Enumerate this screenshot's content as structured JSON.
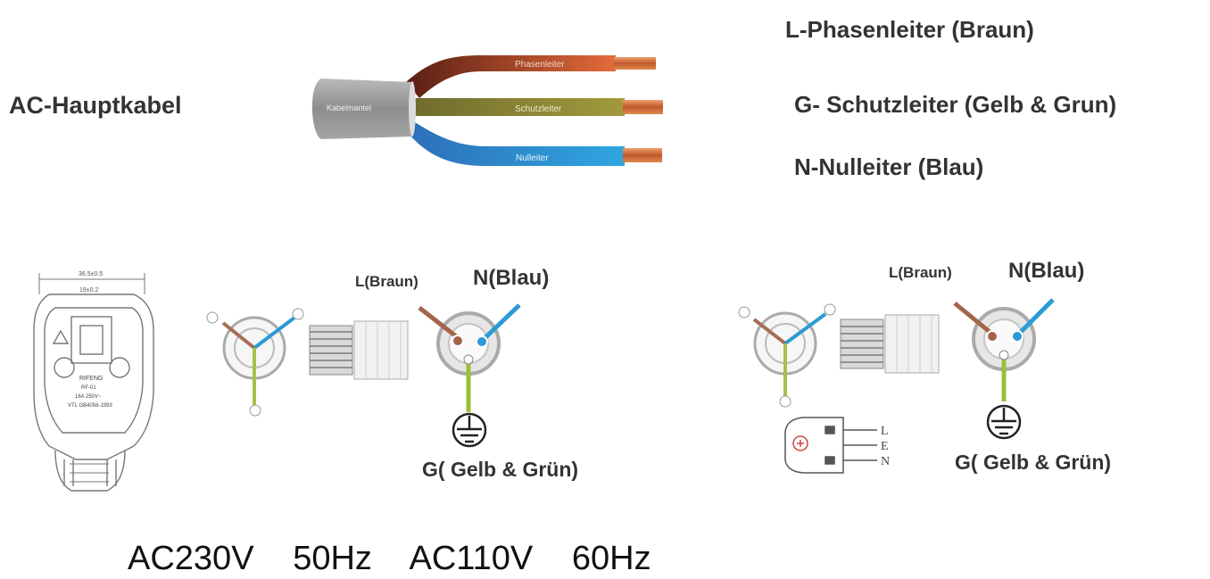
{
  "title": "AC-Hauptkabel",
  "cable": {
    "jacket_label": "Kabelmantel",
    "wires": [
      {
        "label": "Phasenleiter",
        "color": "#7a2a1c"
      },
      {
        "label": "Schutzleiter",
        "color": "#8a8538"
      },
      {
        "label": "Nulleiter",
        "color": "#2f86c8"
      }
    ]
  },
  "legend": {
    "l": "L-Phasenleiter (Braun)",
    "g": "G- Schutzleiter (Gelb & Grun)",
    "n": "N-Nulleiter (Blau)"
  },
  "plug_eu": {
    "dim_outer": "36.5±0.5",
    "dim_inner": "19±0.2",
    "brand": "RIFENG",
    "model": "RF-01",
    "rating": "16A 250V~",
    "cert": "VTL GB4058-1993",
    "l_label": "L(Braun)",
    "n_label": "N(Blau)",
    "g_label": "G( Gelb & Grün)"
  },
  "plug_us": {
    "l_label": "L(Braun)",
    "n_label": "N(Blau)",
    "g_label": "G( Gelb & Grün)",
    "pins": [
      "L",
      "E",
      "N"
    ]
  },
  "footer": {
    "text": "AC230V   50Hz   AC110V   60Hz"
  },
  "colors": {
    "brown": "#a3644a",
    "blue": "#2c9ad6",
    "green": "#9bbf3a",
    "jacket": "#9a9a9a"
  }
}
